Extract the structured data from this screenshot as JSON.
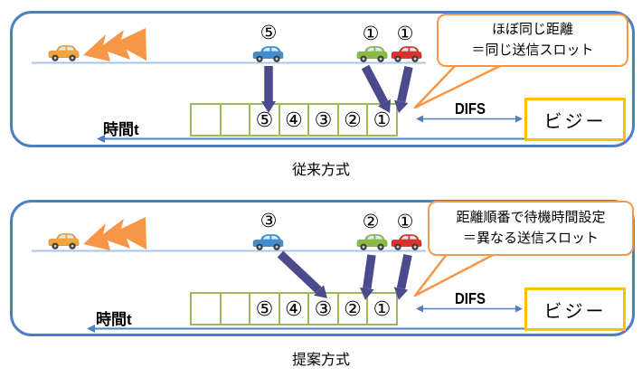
{
  "colors": {
    "panel_border": "#4D7EBF",
    "slot_border": "#9BBB59",
    "big_arrow": "#4B4A8C",
    "callout_border": "#F79646",
    "lightning": "#F79646",
    "busy_border": "#FFC000",
    "blue_arrow": "#4F81BD",
    "road": "#A9C4E4"
  },
  "panels": [
    {
      "caption": "従来方式",
      "time_axis_label": "時間t",
      "difs_label": "DIFS",
      "busy_label": "ビジー",
      "callout": {
        "line1": "ほぼ同じ距離",
        "line2": "＝同じ送信スロット"
      },
      "cars": [
        {
          "name": "transmitting-car",
          "color": "yellow",
          "label": ""
        },
        {
          "name": "car-5",
          "color": "blue",
          "label": "⑤"
        },
        {
          "name": "car-1-green",
          "color": "green",
          "label": "①"
        },
        {
          "name": "car-1-red",
          "color": "red",
          "label": "①"
        }
      ],
      "slots": [
        "",
        "",
        "⑤",
        "④",
        "③",
        "②",
        "①"
      ]
    },
    {
      "caption": "提案方式",
      "time_axis_label": "時間t",
      "difs_label": "DIFS",
      "busy_label": "ビジー",
      "callout": {
        "line1": "距離順番で待機時間設定",
        "line2": "＝異なる送信スロット"
      },
      "cars": [
        {
          "name": "transmitting-car",
          "color": "yellow",
          "label": ""
        },
        {
          "name": "car-3",
          "color": "blue",
          "label": "③"
        },
        {
          "name": "car-2-green",
          "color": "green",
          "label": "②"
        },
        {
          "name": "car-1-red",
          "color": "red",
          "label": "①"
        }
      ],
      "slots": [
        "",
        "",
        "⑤",
        "④",
        "③",
        "②",
        "①"
      ]
    }
  ]
}
